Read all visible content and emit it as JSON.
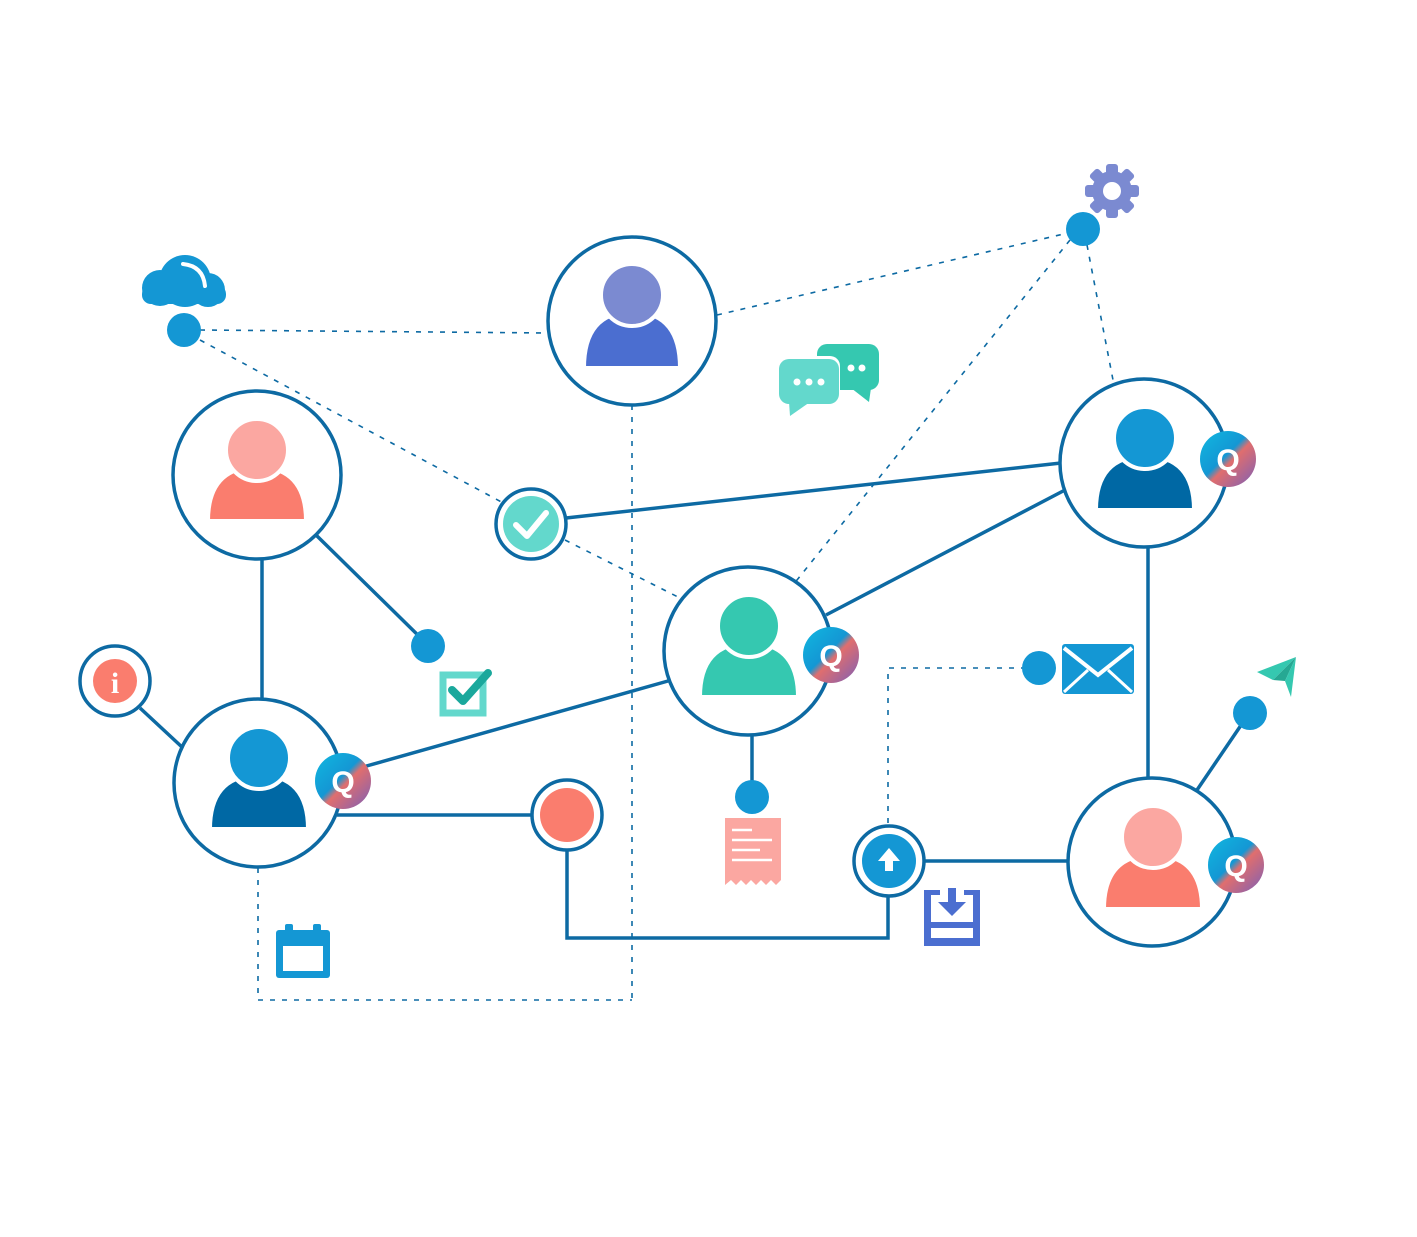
{
  "diagram": {
    "colors": {
      "line": "#0d6aa3",
      "dot": "#1497d4",
      "coral_light": "#fba7a1",
      "coral": "#fa7d6e",
      "blue": "#1497d4",
      "blue_dark": "#0068a4",
      "purple_light": "#7b8ad1",
      "purple": "#4b6ed0",
      "teal": "#35c8b0",
      "teal_light": "#63d8cc",
      "gear": "#7b8ad1"
    },
    "icons": {
      "cloud": "cloud-icon",
      "gear": "gear-icon",
      "chat": "chat-bubbles-icon",
      "check": "checkmark-icon",
      "checkbox": "checkbox-icon",
      "info": "info-icon",
      "mail": "mail-icon",
      "send": "paper-plane-icon",
      "receipt": "receipt-icon",
      "upload": "upload-icon",
      "download": "download-tray-icon",
      "calendar": "calendar-icon",
      "badge": "q-badge-icon"
    },
    "user_nodes": [
      {
        "id": "top-center-user",
        "theme": "purple",
        "badge": false
      },
      {
        "id": "top-left-user",
        "theme": "coral",
        "badge": false
      },
      {
        "id": "bottom-left-user",
        "theme": "blue",
        "badge": true
      },
      {
        "id": "center-user",
        "theme": "teal",
        "badge": true
      },
      {
        "id": "top-right-user",
        "theme": "blue",
        "badge": true
      },
      {
        "id": "bottom-right-user",
        "theme": "coral",
        "badge": true
      }
    ],
    "badge_letter": "Q",
    "info_letter": "i"
  }
}
